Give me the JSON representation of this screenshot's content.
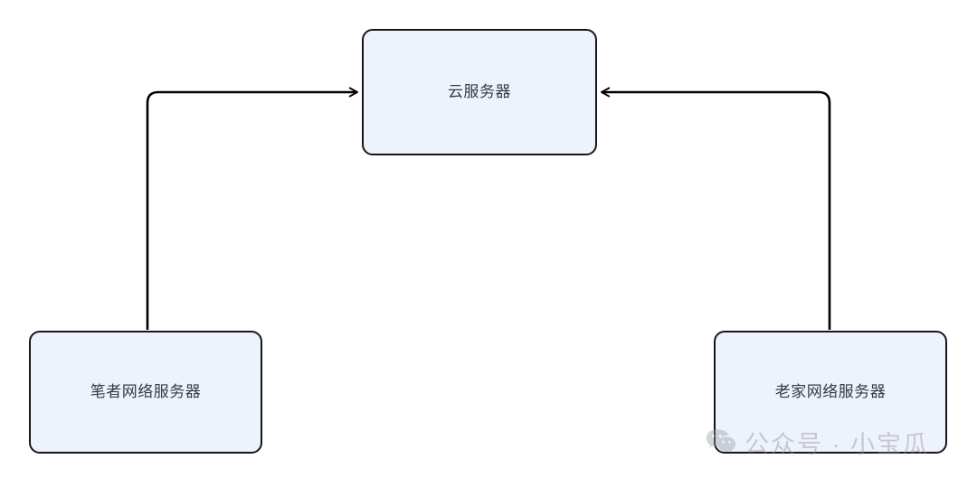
{
  "diagram": {
    "title": "network-topology",
    "background_color": "#ffffff",
    "node_fill_color": "#eef2fb",
    "node_border_color": "#15161a",
    "node_text_color": "#343a46",
    "edge_color": "#000000",
    "nodes": [
      {
        "id": "cloud",
        "label": "云服务器",
        "shape": "rounded-rectangle"
      },
      {
        "id": "author",
        "label": "笔者网络服务器",
        "shape": "rounded-rectangle"
      },
      {
        "id": "hometown",
        "label": "老家网络服务器",
        "shape": "rounded-rectangle"
      }
    ],
    "edges": [
      {
        "id": "author-to-cloud",
        "from": "author",
        "to": "cloud",
        "arrowhead": "end",
        "direction": "right"
      },
      {
        "id": "hometown-to-cloud",
        "from": "hometown",
        "to": "cloud",
        "arrowhead": "end",
        "direction": "left"
      }
    ]
  },
  "watermark": {
    "icon": "wechat-icon",
    "text": "公众号 · 小宝瓜",
    "color": "#8d8f99"
  }
}
